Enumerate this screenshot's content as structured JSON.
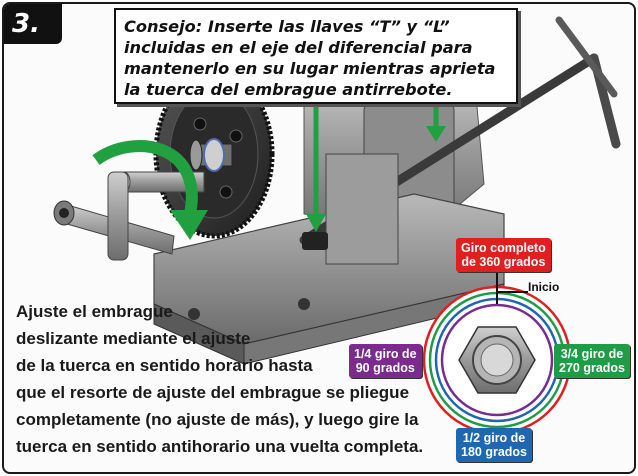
{
  "step": "3.",
  "tip": "Consejo: Inserte las llaves “T” y “L” incluidas en el eje del diferencial para mantenerlo en su lugar mientras aprieta la tuerca del embrague antirrebote.",
  "instructions": [
    "Ajuste el embrague",
    "deslizante mediante el ajuste",
    "de la tuerca en sentido horario hasta",
    "que el resorte de ajuste del embrague se pliegue",
    "completamente (no ajuste de más), y luego gire la",
    "tuerca en sentido antihorario una vuelta completa."
  ],
  "diagram": {
    "start": "Inicio",
    "full_turn": {
      "line1": "Giro completo",
      "line2": "de 360 grados",
      "color": "#e0201f"
    },
    "quarter_turn": {
      "line1": "1/4 giro de",
      "line2": "90 grados",
      "color": "#7b2a8e"
    },
    "half_turn": {
      "line1": "1/2 giro de",
      "line2": "180 grados",
      "color": "#1f67b1"
    },
    "three_quarter_turn": {
      "line1": "3/4 giro de",
      "line2": "270 grados",
      "color": "#1e9d46"
    }
  },
  "arrow_color": "#21a040"
}
